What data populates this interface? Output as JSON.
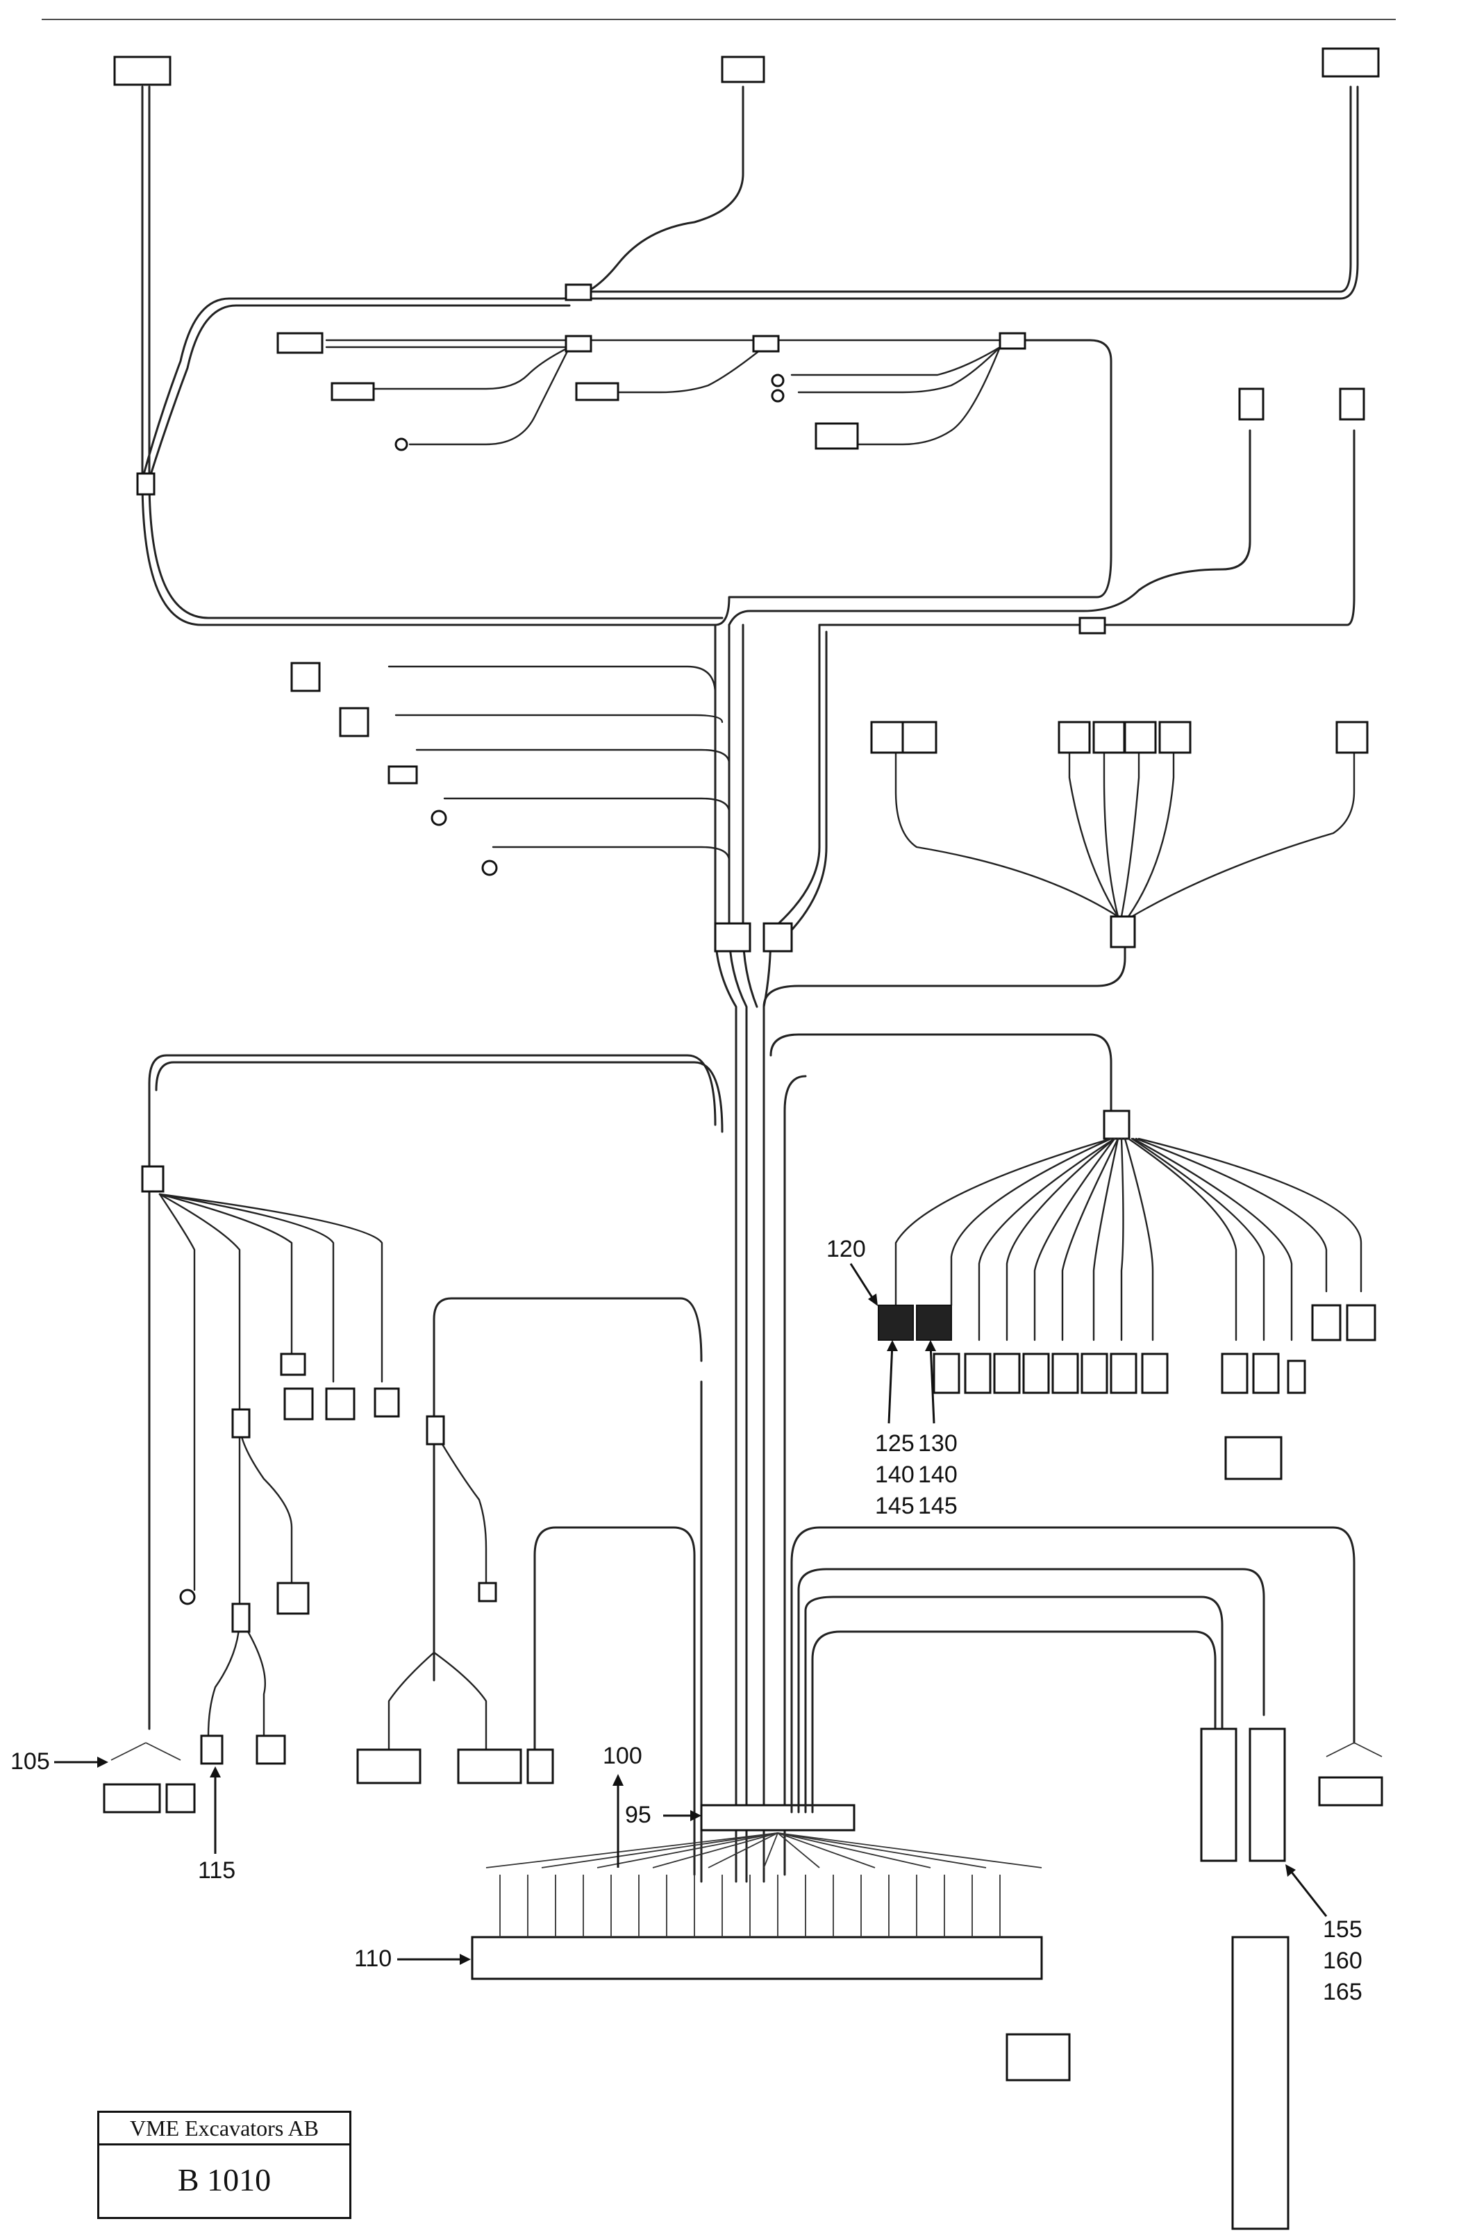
{
  "title_block": {
    "company": "VME Excavators AB",
    "drawing_code": "B 1010"
  },
  "callouts": [
    {
      "id": "95",
      "text": "95"
    },
    {
      "id": "100",
      "text": "100"
    },
    {
      "id": "105",
      "text": "105"
    },
    {
      "id": "110",
      "text": "110"
    },
    {
      "id": "115",
      "text": "115"
    },
    {
      "id": "120",
      "text": "120"
    },
    {
      "id": "125",
      "text": "125"
    },
    {
      "id": "130",
      "text": "130"
    },
    {
      "id": "140a",
      "text": "140"
    },
    {
      "id": "140b",
      "text": "140"
    },
    {
      "id": "145a",
      "text": "145"
    },
    {
      "id": "145b",
      "text": "145"
    },
    {
      "id": "155",
      "text": "155"
    },
    {
      "id": "160",
      "text": "160"
    },
    {
      "id": "165",
      "text": "165"
    }
  ]
}
